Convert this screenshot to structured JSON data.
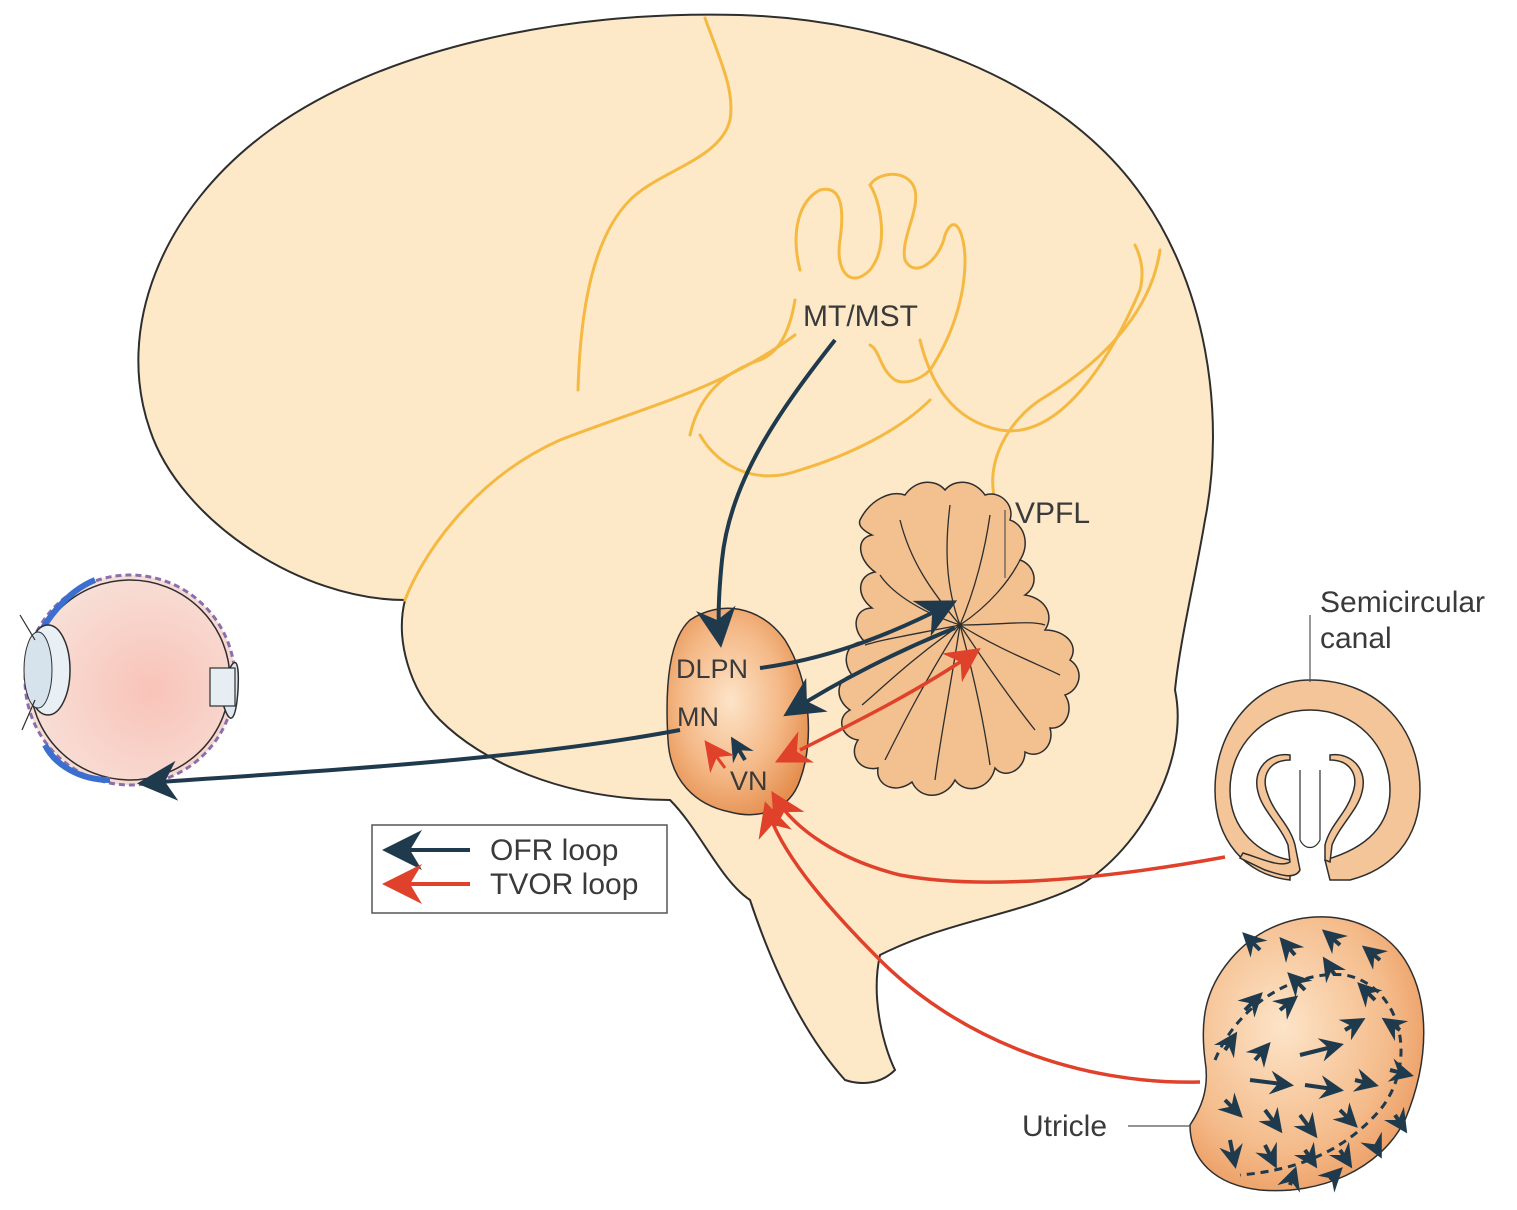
{
  "labels": {
    "mt_mst": "MT/MST",
    "vpfl": "VPFL",
    "dlpn": "DLPN",
    "mn": "MN",
    "vn": "VN",
    "semicircular_line1": "Semicircular",
    "semicircular_line2": "canal",
    "utricle": "Utricle"
  },
  "legend": {
    "ofr": "OFR loop",
    "tvor": "TVOR loop"
  },
  "colors": {
    "brain_fill": "#fde9c8",
    "brain_stroke": "#2e2e2e",
    "sulcus": "#f5b942",
    "nucleus_fill": "#f2b37d",
    "cerebellum_fill": "#f3c08f",
    "ofr_arrow": "#1f3a4d",
    "tvor_arrow": "#e0412b"
  },
  "icons": {
    "eye": "eyeball-icon",
    "semicircular": "semicircular-canal-icon",
    "utricle": "utricle-icon"
  }
}
